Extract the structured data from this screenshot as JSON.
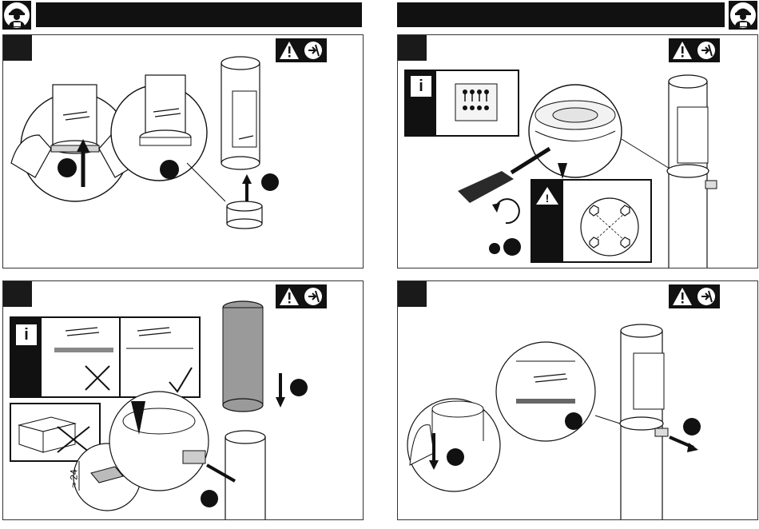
{
  "document": {
    "page_width_label": "",
    "left_header": {
      "icon": "installer-worker-icon"
    },
    "right_header": {
      "icon": "installer-worker-icon"
    }
  },
  "panels": [
    {
      "id": "panel-1",
      "step": "",
      "warnings": [
        "caution-triangle-icon",
        "power-off-icon"
      ]
    },
    {
      "id": "panel-2",
      "step": "",
      "warnings": [
        "caution-triangle-icon",
        "power-off-icon"
      ],
      "info_label": "i",
      "caution_label": "!"
    },
    {
      "id": "panel-3",
      "step": "",
      "warnings": [
        "caution-triangle-icon",
        "power-off-icon"
      ],
      "info_label": "i",
      "dimension_label": "≈ 24"
    },
    {
      "id": "panel-4",
      "step": "",
      "warnings": [
        "caution-triangle-icon",
        "power-off-icon"
      ]
    }
  ],
  "colors": {
    "ink": "#111111",
    "grey_fill": "#9a9a9a",
    "light_fill": "#e6e6e6"
  }
}
